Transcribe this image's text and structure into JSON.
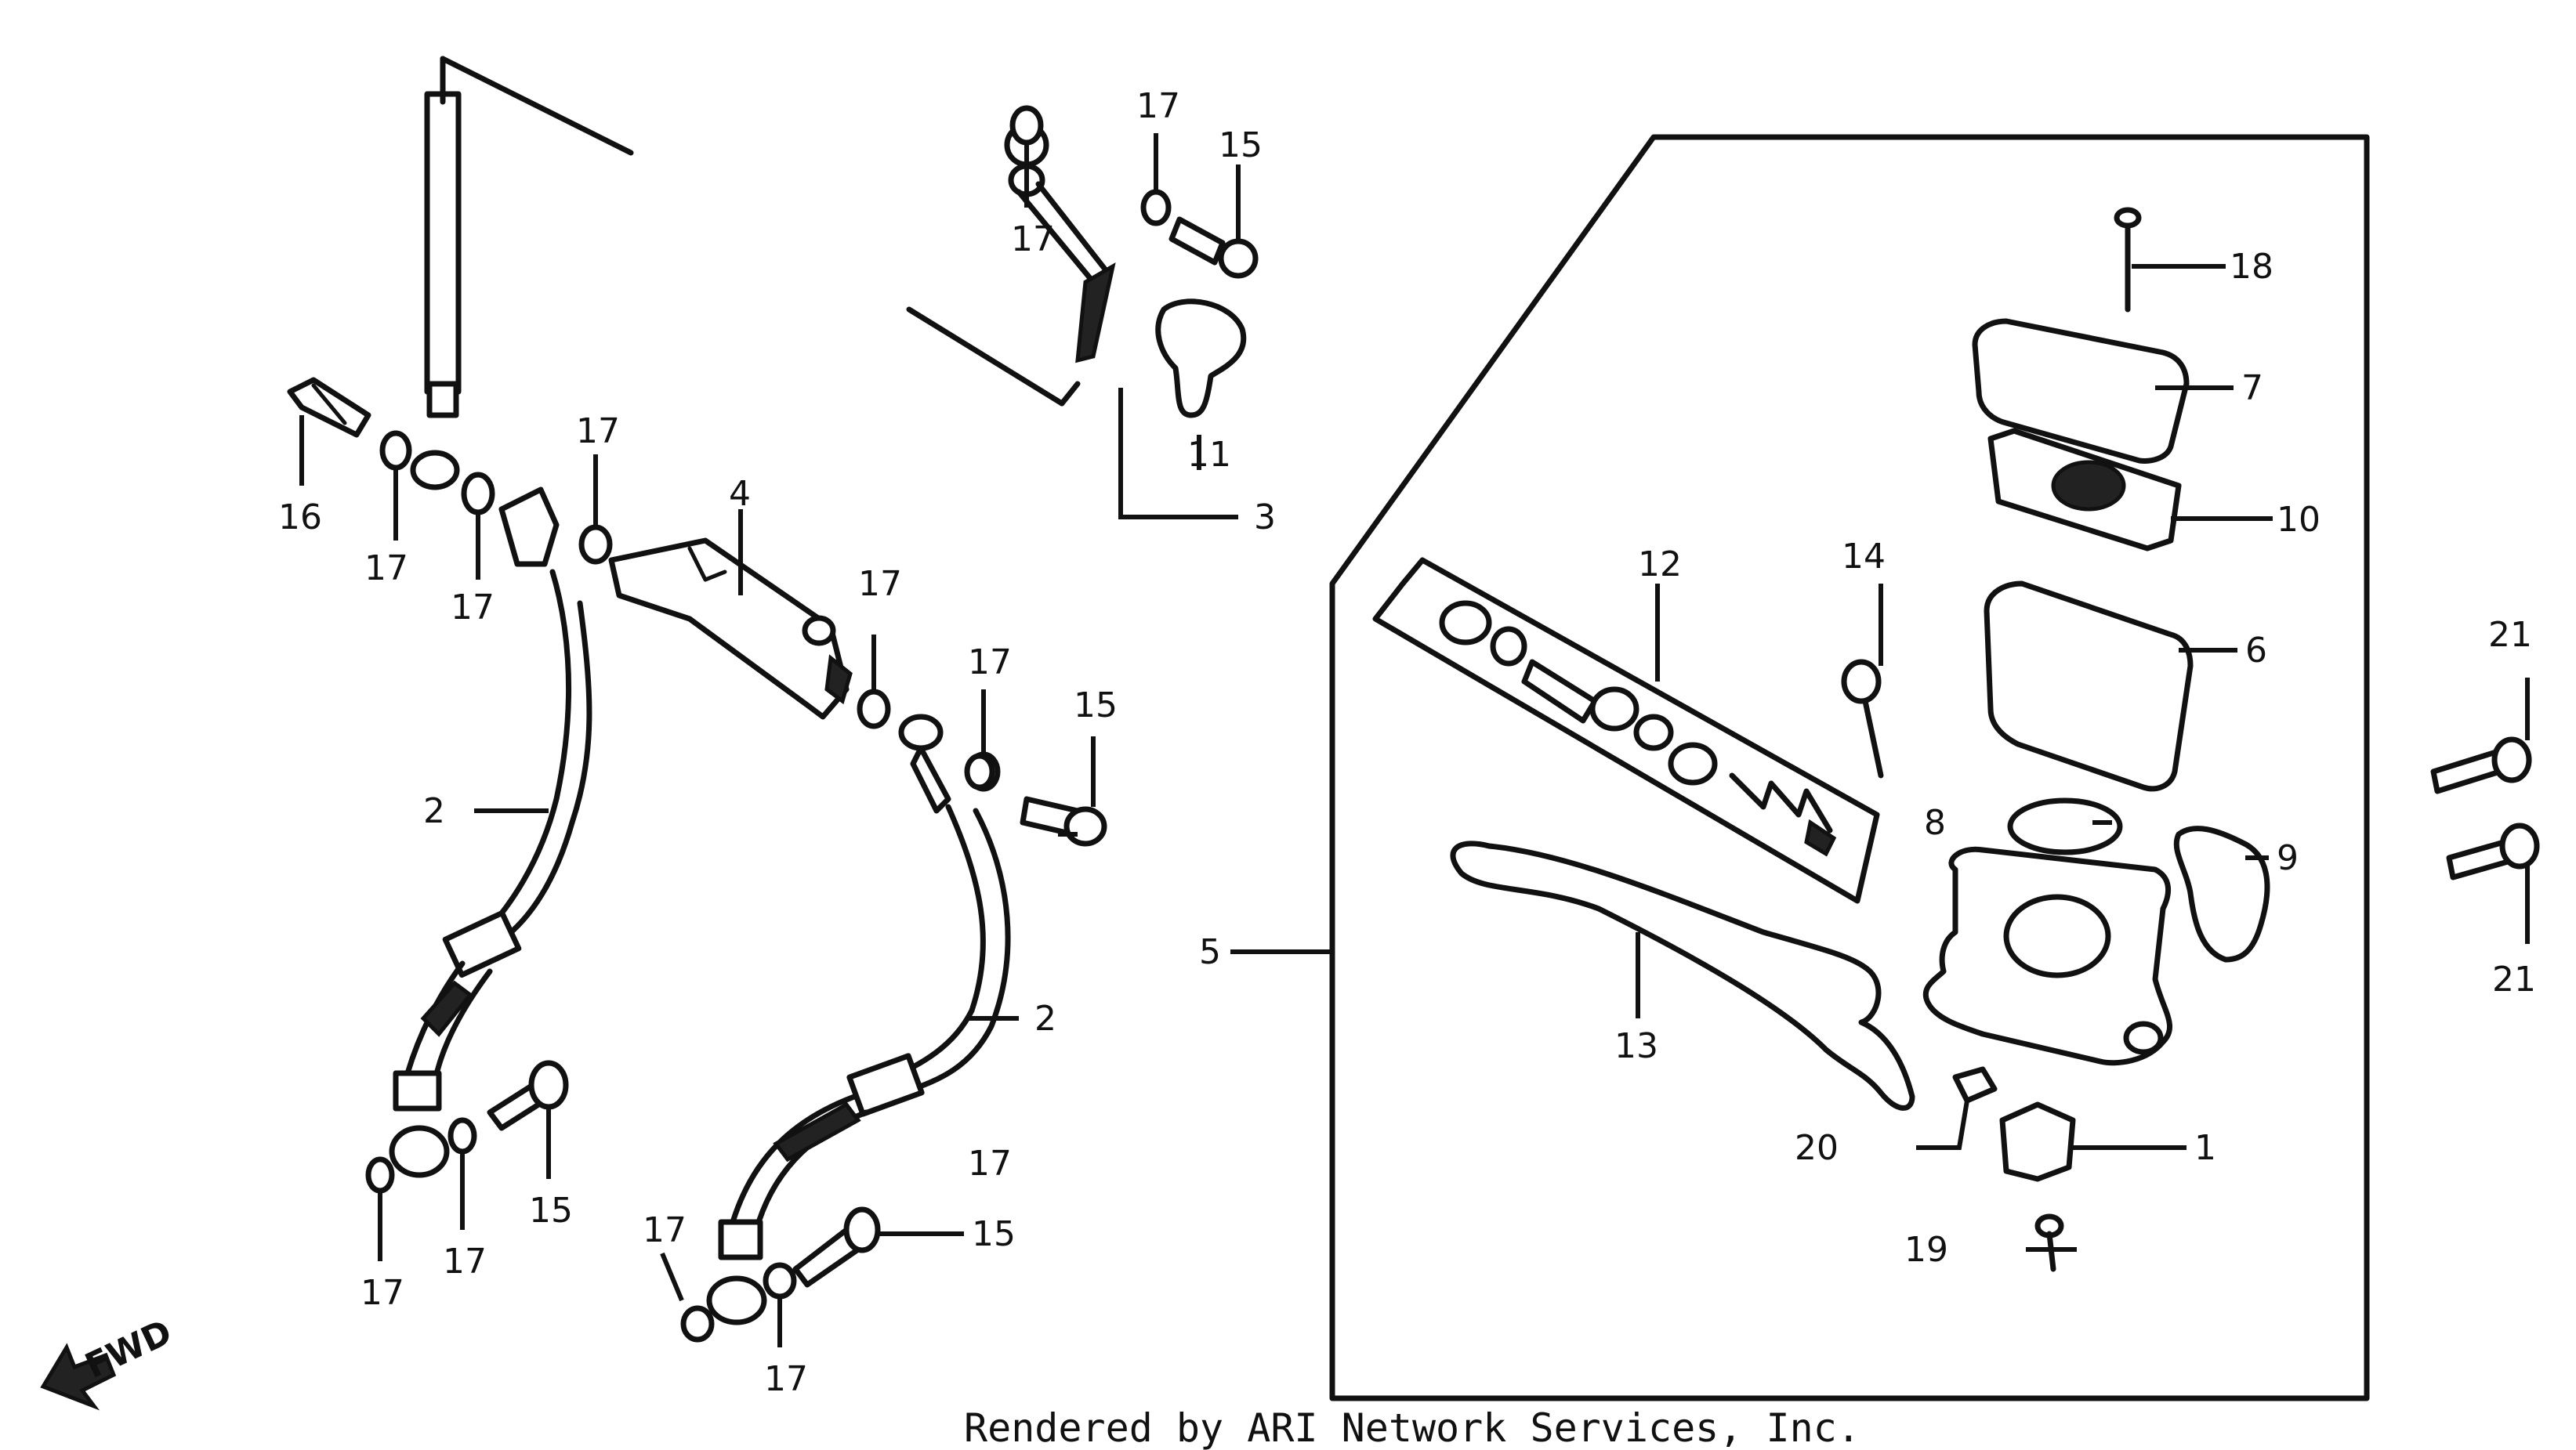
{
  "diagram": {
    "callouts": {
      "c1": "1",
      "c2a": "2",
      "c2b": "2",
      "c3": "3",
      "c4": "4",
      "c5": "5",
      "c6": "6",
      "c7": "7",
      "c8": "8",
      "c9": "9",
      "c10": "10",
      "c11": "11",
      "c12": "12",
      "c13": "13",
      "c14": "14",
      "c15a": "15",
      "c15b": "15",
      "c15c": "15",
      "c15d": "15",
      "c16": "16",
      "c17a": "17",
      "c17b": "17",
      "c17c": "17",
      "c17d": "17",
      "c17e": "17",
      "c17f": "17",
      "c17g": "17",
      "c17h": "17",
      "c17i": "17",
      "c17j": "17",
      "c17k": "17",
      "c17l": "17",
      "c18": "18",
      "c19": "19",
      "c20": "20",
      "c21a": "21",
      "c21b": "21"
    },
    "direction_label": "FWD",
    "credit": "Rendered by ARI Network Services, Inc."
  }
}
